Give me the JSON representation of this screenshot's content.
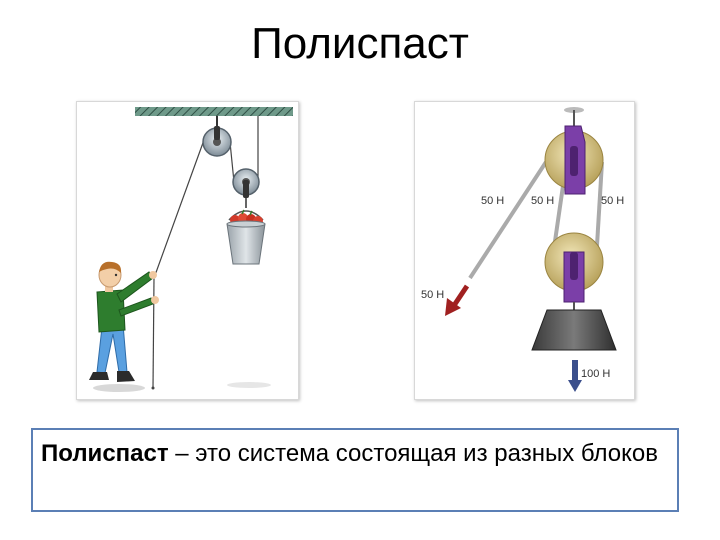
{
  "slide": {
    "title": "Полиспаст"
  },
  "right_figure": {
    "labels": {
      "rope_left": "50 Н",
      "rope_middle": "50 Н",
      "rope_right": "50 Н",
      "pull_force": "50 Н",
      "weight_force": "100 Н"
    }
  },
  "definition": {
    "term": "Полиспаст",
    "text": " – это система состоящая из разных блоков"
  },
  "colors": {
    "box_border": "#5b7fb5",
    "pulley_disc": "#d9c78e",
    "bracket": "#7b3fa8",
    "arrow_red": "#a02020",
    "arrow_blue": "#3b4f8c",
    "shirt": "#2e7d2e",
    "pants": "#5aa0e0"
  }
}
